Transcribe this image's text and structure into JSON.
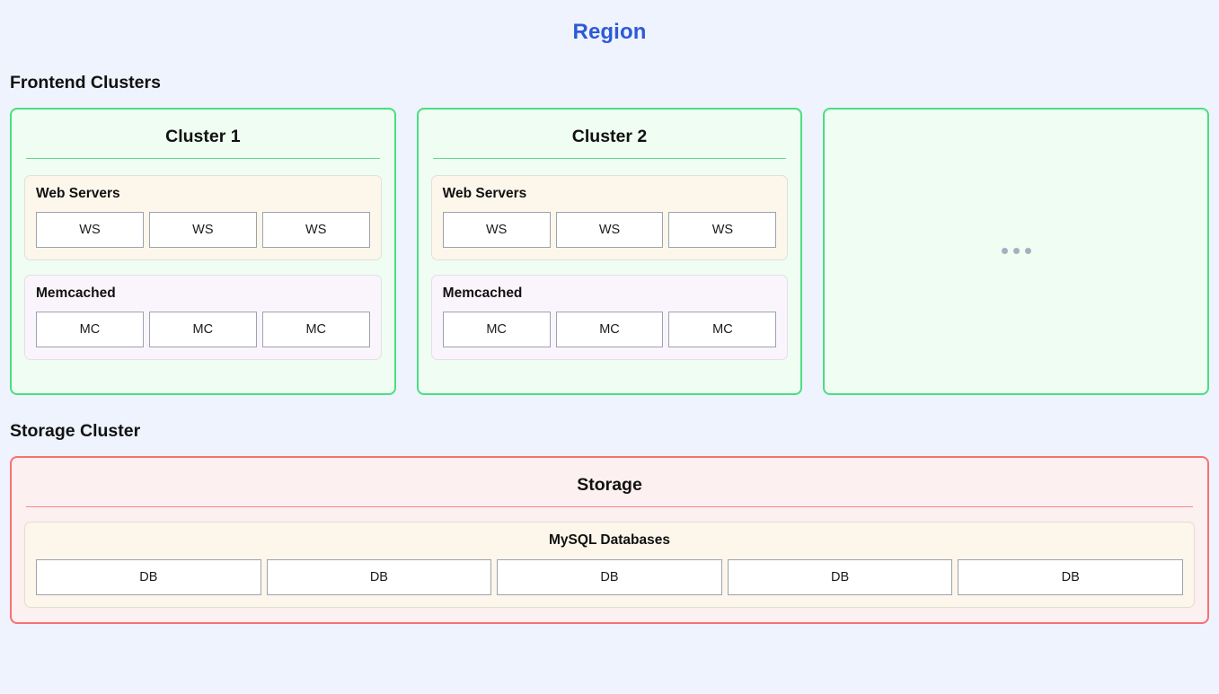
{
  "region": {
    "title": "Region",
    "title_color": "#2d5ad8"
  },
  "sections": {
    "frontend_heading": "Frontend Clusters",
    "storage_heading": "Storage Cluster"
  },
  "frontend": {
    "clusters": [
      {
        "title": "Cluster 1",
        "panels": [
          {
            "label": "Web Servers",
            "nodes": [
              "WS",
              "WS",
              "WS"
            ]
          },
          {
            "label": "Memcached",
            "nodes": [
              "MC",
              "MC",
              "MC"
            ]
          }
        ]
      },
      {
        "title": "Cluster 2",
        "panels": [
          {
            "label": "Web Servers",
            "nodes": [
              "WS",
              "WS",
              "WS"
            ]
          },
          {
            "label": "Memcached",
            "nodes": [
              "MC",
              "MC",
              "MC"
            ]
          }
        ]
      },
      {
        "title": "",
        "placeholder": "ellipsis",
        "panels": []
      }
    ],
    "border_color": "#4ade80",
    "fill_color": "#effdf2"
  },
  "storage": {
    "title": "Storage",
    "border_color": "#f87171",
    "fill_color": "#fdf0f0",
    "panel": {
      "label": "MySQL Databases",
      "nodes": [
        "DB",
        "DB",
        "DB",
        "DB",
        "DB"
      ]
    }
  },
  "theme": {
    "page_background": "#eef3fd",
    "node_border": "#9ca3af",
    "node_fill": "#ffffff",
    "web_panel_fill": "#fdf7eb",
    "memcache_panel_fill": "#faf5fd",
    "db_panel_fill": "#fdf6ea",
    "ellipsis_dot_color": "#a8aec0"
  }
}
